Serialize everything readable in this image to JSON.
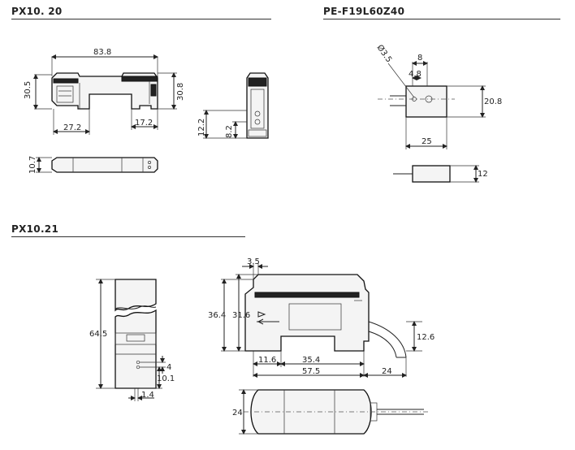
{
  "sections": {
    "px1020": "PX10. 20",
    "pef19": "PE-F19L60Z40",
    "px1021": "PX10.21"
  },
  "dims": {
    "px1020_width": "83.8",
    "px1020_left_h": "30.5",
    "px1020_right_h": "30.8",
    "px1020_mount": "27.2",
    "px1020_depth": "17.2",
    "px1020_side_a": "12.2",
    "px1020_side_b": "8.2",
    "px1020_thick": "10.7",
    "pe_hole": "Ø3.5",
    "pe_8": "8",
    "pe_48": "4.8",
    "pe_208": "20.8",
    "pe_25": "25",
    "pe_12": "12",
    "px1021_35": "3.5",
    "px1021_364": "36.4",
    "px1021_316": "31.6",
    "px1021_126": "12.6",
    "px1021_116": "11.6",
    "px1021_354": "35.4",
    "px1021_575": "57.5",
    "px1021_24a": "24",
    "px1021_645": "64.5",
    "px1021_4": "4",
    "px1021_101": "10.1",
    "px1021_14": "1.4",
    "px1021_24b": "24"
  }
}
